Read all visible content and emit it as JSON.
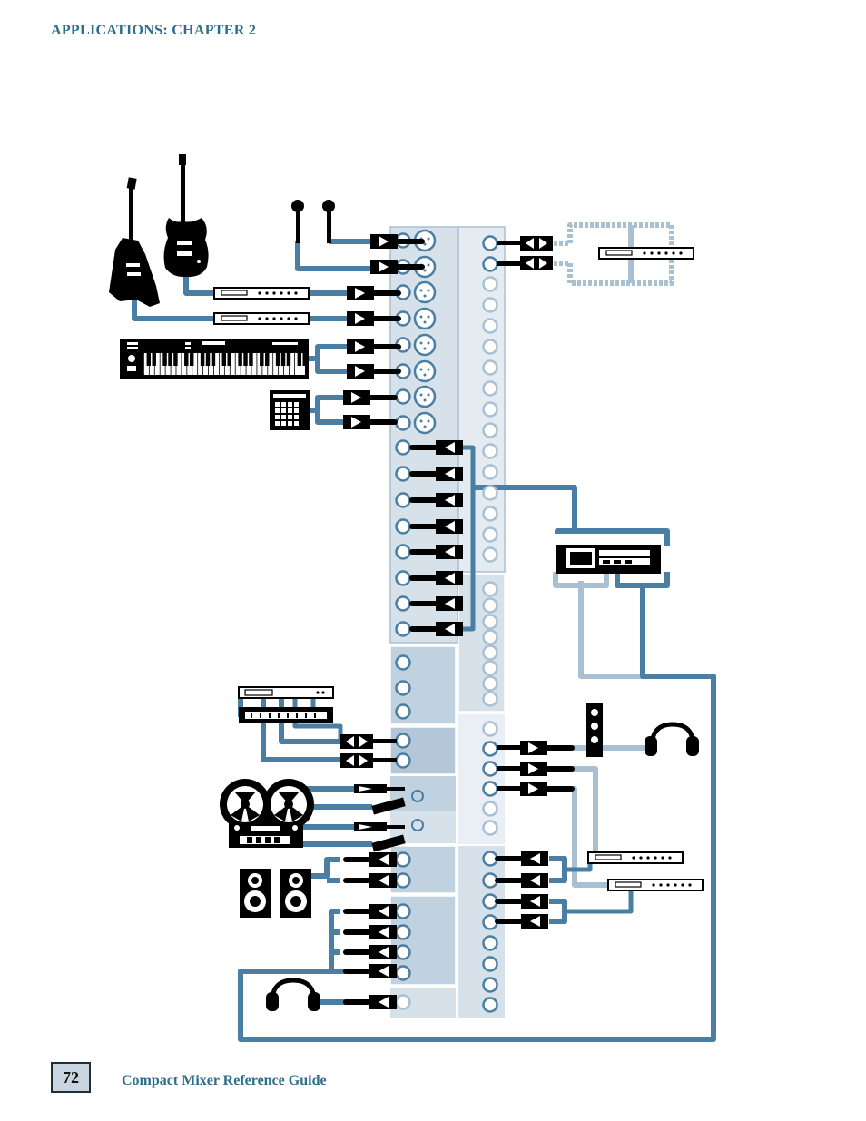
{
  "header": {
    "chapter": "APPLICATIONS: CHAPTER 2"
  },
  "footer": {
    "page_number": "72",
    "title": "Compact Mixer Reference Guide"
  },
  "colors": {
    "cable_dark": "#4a7fa3",
    "cable_light": "#a9c0d3",
    "mixer_fill": "#d6e1ea",
    "mixer_fill_mid": "#c0d1df",
    "jack_stroke": "#4a7fa3",
    "device": "#000000"
  },
  "devices": {
    "guitars": "electric-guitar-icon",
    "microphones": "microphone-icon",
    "keyboard": "keyboard-synth-icon",
    "drum_machine": "drum-machine-icon",
    "rack_effects": "rack-processor-icon",
    "recorder": "reel-to-reel-icon",
    "monitors": "studio-monitor-icon",
    "headphones": "headphones-icon",
    "speaker_tower": "speaker-icon",
    "power_amp": "power-amplifier-icon"
  }
}
